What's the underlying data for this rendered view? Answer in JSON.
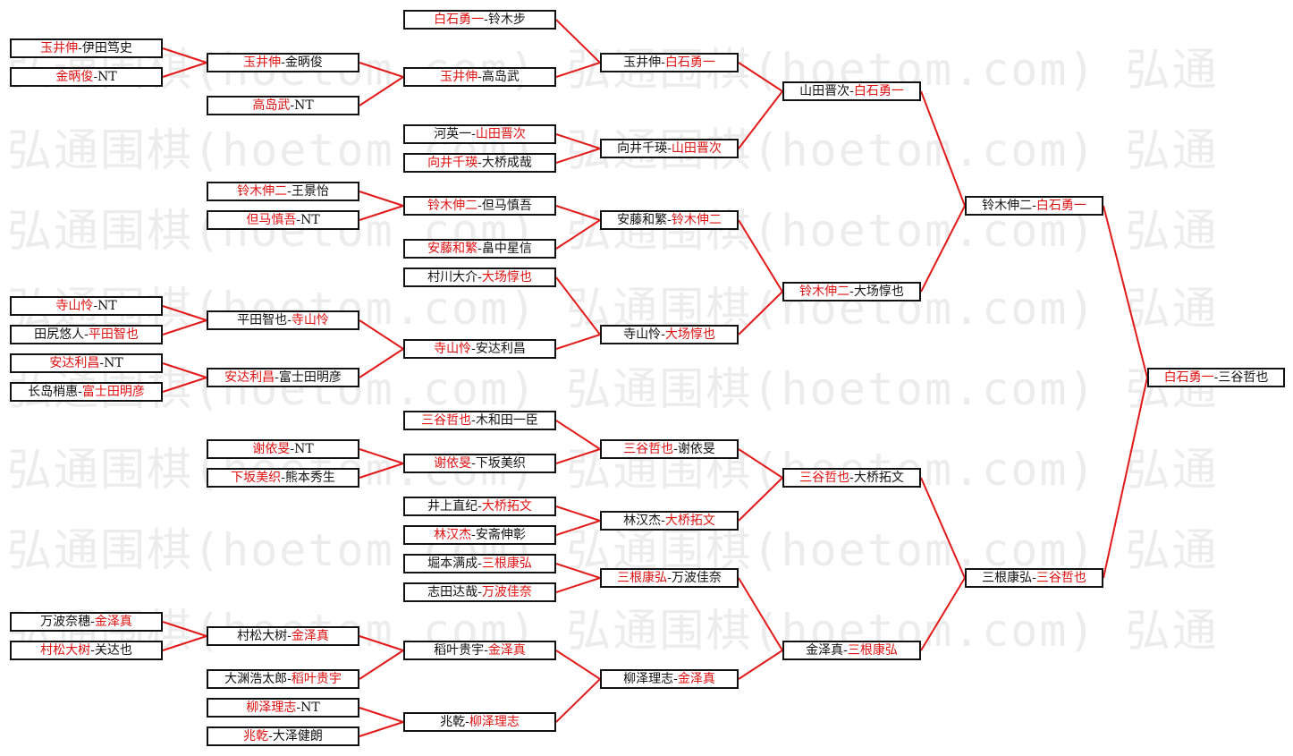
{
  "watermark": {
    "lines": [
      "弘通围棋(hoetom.com) 弘通围棋(hoetom.com) 弘通",
      "弘通围棋(hoetom.com) 弘通围棋(hoetom.com) 弘通",
      "弘通围棋(hoetom.com) 弘通围棋(hoetom.com) 弘通",
      "弘通围棋(hoetom.com) 弘通围棋(hoetom.com) 弘通",
      "弘通围棋(hoetom.com) 弘通围棋(hoetom.com) 弘通",
      "弘通围棋(hoetom.com) 弘通围棋(hoetom.com) 弘通",
      "弘通围棋(hoetom.com) 弘通围棋(hoetom.com) 弘通",
      "弘通围棋(hoetom.com) 弘通围棋(hoetom.com) 弘通"
    ]
  },
  "colors": {
    "winner": "#e01010",
    "other": "#111111",
    "connector": "#e21a1a",
    "border": "#111111"
  },
  "separator": "-",
  "rounds": [
    [
      {
        "id": "r1-1",
        "a": "玉井伸",
        "b": "伊田笃史",
        "winner": "a"
      },
      {
        "id": "r1-2",
        "a": "金昞俊",
        "b": "NT",
        "winner": "a"
      },
      {
        "id": "r1-3",
        "a": "寺山怜",
        "b": "NT",
        "winner": "a"
      },
      {
        "id": "r1-4",
        "a": "田尻悠人",
        "b": "平田智也",
        "winner": "b"
      },
      {
        "id": "r1-5",
        "a": "安达利昌",
        "b": "NT",
        "winner": "a"
      },
      {
        "id": "r1-6",
        "a": "长岛梢惠",
        "b": "富士田明彦",
        "winner": "b"
      },
      {
        "id": "r1-7",
        "a": "万波奈穗",
        "b": "金泽真",
        "winner": "b"
      },
      {
        "id": "r1-8",
        "a": "村松大树",
        "b": "关达也",
        "winner": "a"
      }
    ],
    [
      {
        "id": "r2-1",
        "a": "玉井伸",
        "b": "金昞俊",
        "winner": "a"
      },
      {
        "id": "r2-2",
        "a": "高岛武",
        "b": "NT",
        "winner": "a"
      },
      {
        "id": "r2-3",
        "a": "铃木伸二",
        "b": "王景怡",
        "winner": "a"
      },
      {
        "id": "r2-4",
        "a": "但马慎吾",
        "b": "NT",
        "winner": "a"
      },
      {
        "id": "r2-5",
        "a": "平田智也",
        "b": "寺山怜",
        "winner": "b"
      },
      {
        "id": "r2-6",
        "a": "安达利昌",
        "b": "富士田明彦",
        "winner": "a"
      },
      {
        "id": "r2-7",
        "a": "谢依旻",
        "b": "NT",
        "winner": "a"
      },
      {
        "id": "r2-8",
        "a": "下坂美织",
        "b": "熊本秀生",
        "winner": "a"
      },
      {
        "id": "r2-9",
        "a": "村松大树",
        "b": "金泽真",
        "winner": "b"
      },
      {
        "id": "r2-10",
        "a": "大渊浩太郎",
        "b": "稻叶贵宇",
        "winner": "b"
      },
      {
        "id": "r2-11",
        "a": "柳泽理志",
        "b": "NT",
        "winner": "a"
      },
      {
        "id": "r2-12",
        "a": "兆乾",
        "b": "大泽健朗",
        "winner": "a"
      }
    ],
    [
      {
        "id": "r3-1",
        "a": "白石勇一",
        "b": "铃木步",
        "winner": "a"
      },
      {
        "id": "r3-2",
        "a": "玉井伸",
        "b": "高岛武",
        "winner": "a"
      },
      {
        "id": "r3-3",
        "a": "河英一",
        "b": "山田晋次",
        "winner": "b"
      },
      {
        "id": "r3-4",
        "a": "向井千瑛",
        "b": "大桥成哉",
        "winner": "a"
      },
      {
        "id": "r3-5",
        "a": "铃木伸二",
        "b": "但马慎吾",
        "winner": "a"
      },
      {
        "id": "r3-6",
        "a": "安藤和繁",
        "b": "畠中星信",
        "winner": "a"
      },
      {
        "id": "r3-7",
        "a": "村川大介",
        "b": "大场惇也",
        "winner": "b"
      },
      {
        "id": "r3-8",
        "a": "寺山怜",
        "b": "安达利昌",
        "winner": "a"
      },
      {
        "id": "r3-9",
        "a": "三谷哲也",
        "b": "木和田一臣",
        "winner": "a"
      },
      {
        "id": "r3-10",
        "a": "谢依旻",
        "b": "下坂美织",
        "winner": "a"
      },
      {
        "id": "r3-11",
        "a": "井上直纪",
        "b": "大桥拓文",
        "winner": "b"
      },
      {
        "id": "r3-12",
        "a": "林汉杰",
        "b": "安斋伸彰",
        "winner": "a"
      },
      {
        "id": "r3-13",
        "a": "堀本满成",
        "b": "三根康弘",
        "winner": "b"
      },
      {
        "id": "r3-14",
        "a": "志田达哉",
        "b": "万波佳奈",
        "winner": "b"
      },
      {
        "id": "r3-15",
        "a": "稻叶贵宇",
        "b": "金泽真",
        "winner": "b"
      },
      {
        "id": "r3-16",
        "a": "兆乾",
        "b": "柳泽理志",
        "winner": "b"
      }
    ],
    [
      {
        "id": "r4-1",
        "a": "玉井伸",
        "b": "白石勇一",
        "winner": "b"
      },
      {
        "id": "r4-2",
        "a": "向井千瑛",
        "b": "山田晋次",
        "winner": "b"
      },
      {
        "id": "r4-3",
        "a": "安藤和繁",
        "b": "铃木伸二",
        "winner": "b"
      },
      {
        "id": "r4-4",
        "a": "寺山怜",
        "b": "大场惇也",
        "winner": "b"
      },
      {
        "id": "r4-5",
        "a": "三谷哲也",
        "b": "谢依旻",
        "winner": "a"
      },
      {
        "id": "r4-6",
        "a": "林汉杰",
        "b": "大桥拓文",
        "winner": "b"
      },
      {
        "id": "r4-7",
        "a": "三根康弘",
        "b": "万波佳奈",
        "winner": "a"
      },
      {
        "id": "r4-8",
        "a": "柳泽理志",
        "b": "金泽真",
        "winner": "b"
      }
    ],
    [
      {
        "id": "r5-1",
        "a": "山田晋次",
        "b": "白石勇一",
        "winner": "b"
      },
      {
        "id": "r5-2",
        "a": "铃木伸二",
        "b": "大场惇也",
        "winner": "a"
      },
      {
        "id": "r5-3",
        "a": "三谷哲也",
        "b": "大桥拓文",
        "winner": "a"
      },
      {
        "id": "r5-4",
        "a": "金泽真",
        "b": "三根康弘",
        "winner": "b"
      }
    ],
    [
      {
        "id": "r6-1",
        "a": "铃木伸二",
        "b": "白石勇一",
        "winner": "b"
      },
      {
        "id": "r6-2",
        "a": "三根康弘",
        "b": "三谷哲也",
        "winner": "b"
      }
    ],
    [
      {
        "id": "r7-1",
        "a": "白石勇一",
        "b": "三谷哲也",
        "winner": "a"
      }
    ]
  ]
}
